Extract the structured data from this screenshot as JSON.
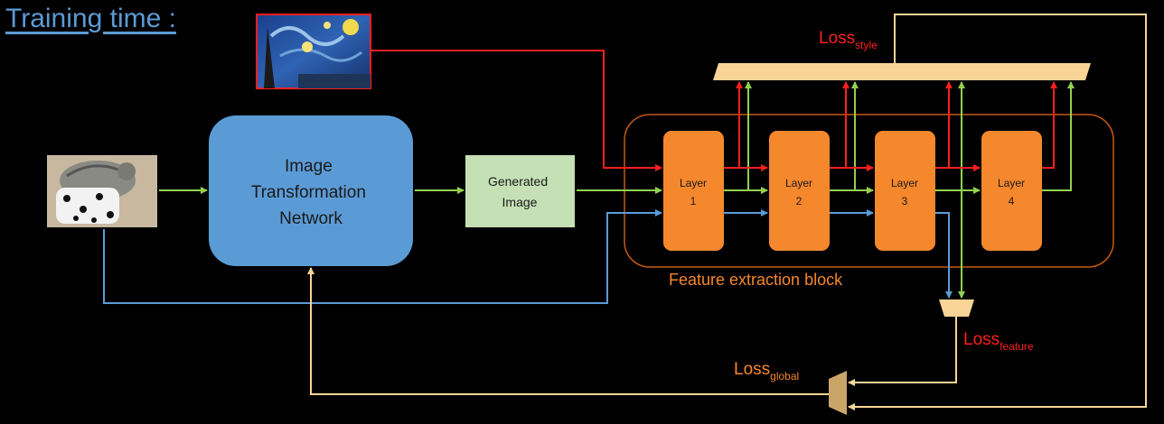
{
  "title": "Training time :",
  "nodes": {
    "itn": {
      "line1": "Image",
      "line2": "Transformation",
      "line3": "Network"
    },
    "generated": {
      "line1": "Generated",
      "line2": "Image"
    },
    "layers": [
      {
        "line1": "Layer",
        "line2": "1"
      },
      {
        "line1": "Layer",
        "line2": "2"
      },
      {
        "line1": "Layer",
        "line2": "3"
      },
      {
        "line1": "Layer",
        "line2": "4"
      }
    ],
    "feature_block_label": "Feature extraction block"
  },
  "losses": {
    "style": {
      "base": "Loss",
      "sub": "style"
    },
    "feature": {
      "base": "Loss",
      "sub": "feature"
    },
    "global": {
      "base": "Loss",
      "sub": "global"
    }
  },
  "colors": {
    "content_path": "#5b9bd5",
    "style_path": "#ff1f1f",
    "generated_path": "#92d050",
    "loss_path": "#f8d596",
    "layer_fill": "#f5872d",
    "itn_fill": "#5b9bd5",
    "generated_fill": "#c5e0b4",
    "block_border": "#c55a11"
  },
  "icons": {
    "content_image": "cat-photo",
    "style_image": "starry-night-painting"
  }
}
